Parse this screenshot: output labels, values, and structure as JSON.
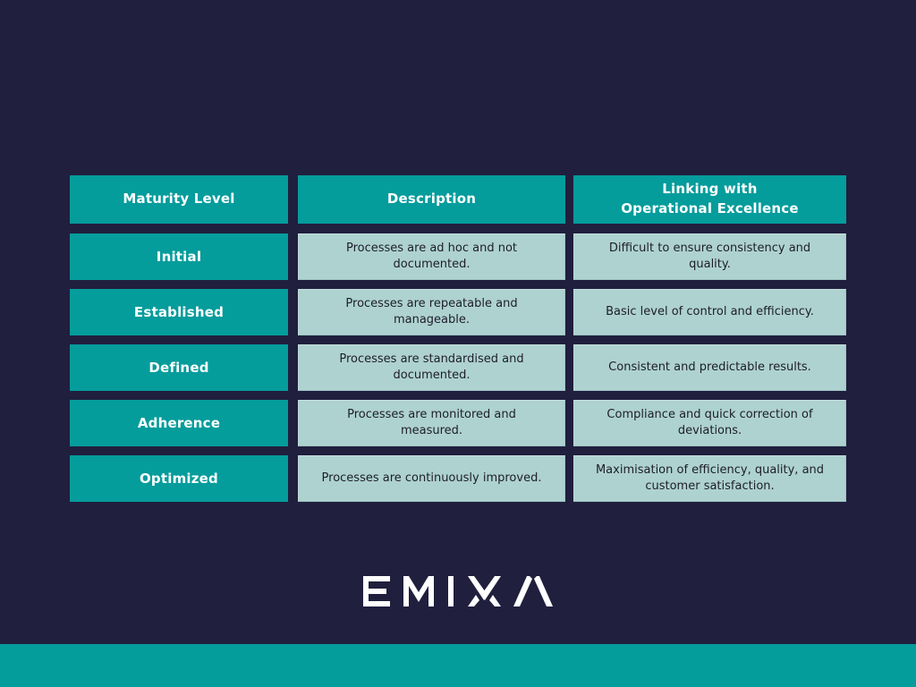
{
  "theme": {
    "background": "#201f3e",
    "accent_teal": "#059c9c",
    "cell_light": "#aed2d0",
    "text_light": "#ffffff",
    "text_dark": "#1d1d2b"
  },
  "table": {
    "headers": [
      "Maturity Level",
      "Description",
      "Linking with\nOperational Excellence"
    ],
    "header_linking_line1": "Linking with",
    "header_linking_line2": "Operational Excellence",
    "rows": [
      {
        "level": "Initial",
        "description": "Processes are ad hoc and not documented.",
        "linking": "Difficult to ensure consistency and quality."
      },
      {
        "level": "Established",
        "description": "Processes are repeatable and manageable.",
        "linking": "Basic level of control and efficiency."
      },
      {
        "level": "Defined",
        "description": "Processes are standardised and documented.",
        "linking": "Consistent and predictable results."
      },
      {
        "level": "Adherence",
        "description": "Processes are monitored and measured.",
        "linking": "Compliance and quick correction of deviations."
      },
      {
        "level": "Optimized",
        "description": "Processes are continuously improved.",
        "linking": "Maximisation of efficiency, quality, and customer satisfaction."
      }
    ]
  },
  "logo": {
    "name": "EMIXA",
    "wordmark": "EMIXA"
  }
}
